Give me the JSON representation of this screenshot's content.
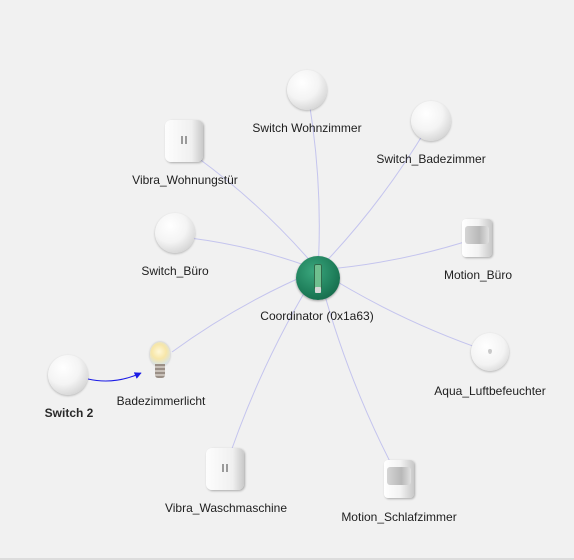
{
  "coordinator": {
    "id": "coordinator",
    "label": "Coordinator (0x1a63)",
    "icon": "coordinator-icon",
    "kind": "coord",
    "color": "#1f7f5b"
  },
  "devices": [
    {
      "id": "switch-wohnzimmer",
      "label": "Switch Wohnzimmer",
      "icon": "round-switch-icon",
      "kind": "sw"
    },
    {
      "id": "switch-badezimmer",
      "label": "Switch_Badezimmer",
      "icon": "round-switch-icon",
      "kind": "sw"
    },
    {
      "id": "vibra-wohnungstuer",
      "label": "Vibra_Wohnungstür",
      "icon": "vibration-sensor-icon",
      "kind": "vib"
    },
    {
      "id": "switch-buero",
      "label": "Switch_Büro",
      "icon": "round-switch-icon",
      "kind": "sw"
    },
    {
      "id": "motion-buero",
      "label": "Motion_Büro",
      "icon": "motion-sensor-icon",
      "kind": "mot"
    },
    {
      "id": "aqua-luftbefeuchter",
      "label": "Aqua_Luftbefeuchter",
      "icon": "water-leak-sensor-icon",
      "kind": "aqua"
    },
    {
      "id": "badezimmerlicht",
      "label": "Badezimmerlicht",
      "icon": "light-bulb-icon",
      "kind": "bulb"
    },
    {
      "id": "switch-2",
      "label": "Switch 2",
      "icon": "round-switch-icon",
      "kind": "sw",
      "bold": true
    },
    {
      "id": "vibra-waschmaschine",
      "label": "Vibra_Waschmaschine",
      "icon": "vibration-sensor-icon",
      "kind": "vib"
    },
    {
      "id": "motion-schlafzimmer",
      "label": "Motion_Schlafzimmer",
      "icon": "motion-sensor-icon",
      "kind": "mot"
    }
  ],
  "links": [
    {
      "from": "coordinator",
      "to": "switch-wohnzimmer"
    },
    {
      "from": "coordinator",
      "to": "switch-badezimmer"
    },
    {
      "from": "coordinator",
      "to": "vibra-wohnungstuer"
    },
    {
      "from": "coordinator",
      "to": "switch-buero"
    },
    {
      "from": "coordinator",
      "to": "motion-buero"
    },
    {
      "from": "coordinator",
      "to": "aqua-luftbefeuchter"
    },
    {
      "from": "coordinator",
      "to": "badezimmerlicht"
    },
    {
      "from": "coordinator",
      "to": "vibra-waschmaschine"
    },
    {
      "from": "coordinator",
      "to": "motion-schlafzimmer"
    },
    {
      "from": "switch-2",
      "to": "badezimmerlicht",
      "binding": true
    }
  ],
  "colors": {
    "link": "#c4c4ee",
    "binding": "#1b1be6",
    "background": "#f1f1f1"
  }
}
